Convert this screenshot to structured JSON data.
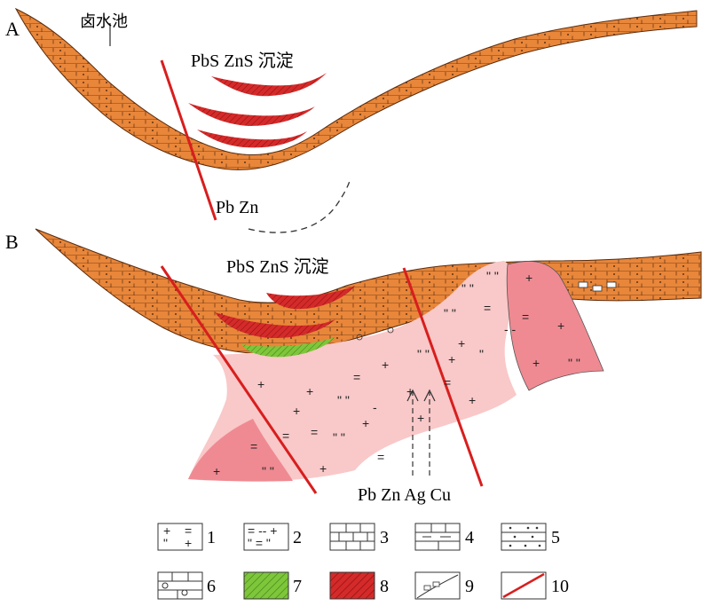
{
  "section_a": {
    "letter": "A",
    "pond_label": "卤水池",
    "deposit_label": "PbS ZnS 沉淀",
    "fluid_label": "Pb Zn"
  },
  "section_b": {
    "letter": "B",
    "deposit_label": "PbS ZnS 沉淀",
    "fluid_label": "Pb Zn Ag Cu"
  },
  "legend": {
    "items": [
      {
        "number": "1"
      },
      {
        "number": "2"
      },
      {
        "number": "3"
      },
      {
        "number": "4"
      },
      {
        "number": "5"
      },
      {
        "number": "6"
      },
      {
        "number": "7"
      },
      {
        "number": "8"
      },
      {
        "number": "9"
      },
      {
        "number": "10"
      }
    ]
  },
  "colors": {
    "strata": "#e8863a",
    "strata_line": "#5a2c0e",
    "ore": "#d42a2a",
    "green_layer": "#7ec63a",
    "granite_light": "#f9c8c8",
    "granite_dark": "#ef8a92",
    "fault": "#d81e1e"
  }
}
